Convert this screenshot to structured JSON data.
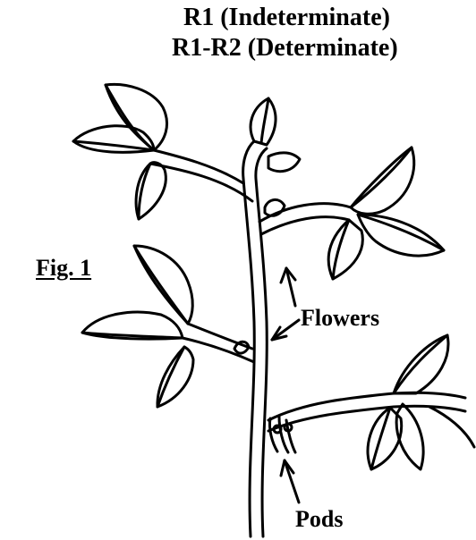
{
  "titles": {
    "line1": "R1 (Indeterminate)",
    "line2": "R1-R2 (Determinate)"
  },
  "figure_label": "Fig. 1",
  "annotations": {
    "flowers": "Flowers",
    "pods": "Pods"
  },
  "colors": {
    "ink": "#000000",
    "paper": "#ffffff"
  },
  "icons": {
    "arrow": "arrow-icon"
  }
}
